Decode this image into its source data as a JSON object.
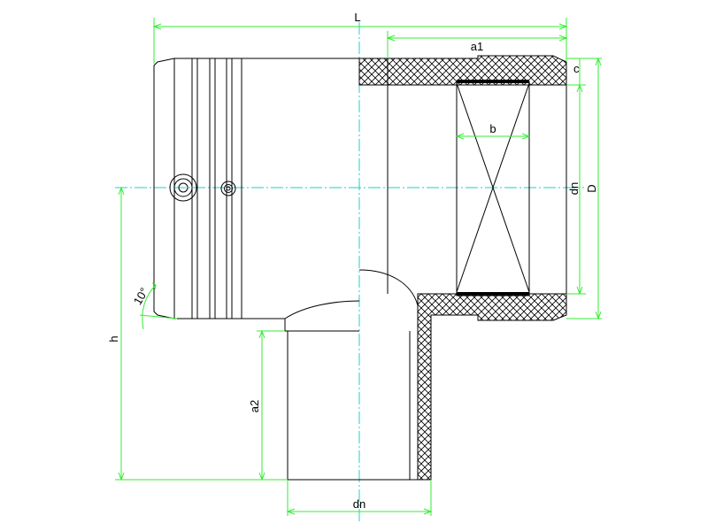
{
  "colors": {
    "outline": "#000000",
    "dimension": "#33ee33",
    "centerline": "#22cccc",
    "hatch": "#000000",
    "background": "#ffffff"
  },
  "labels": {
    "L": "L",
    "a1": "a1",
    "c": "c",
    "b": "b",
    "dn_right": "dn",
    "D": "D",
    "angle": "10°",
    "h": "h",
    "a2": "a2",
    "dn_bottom": "dn"
  }
}
